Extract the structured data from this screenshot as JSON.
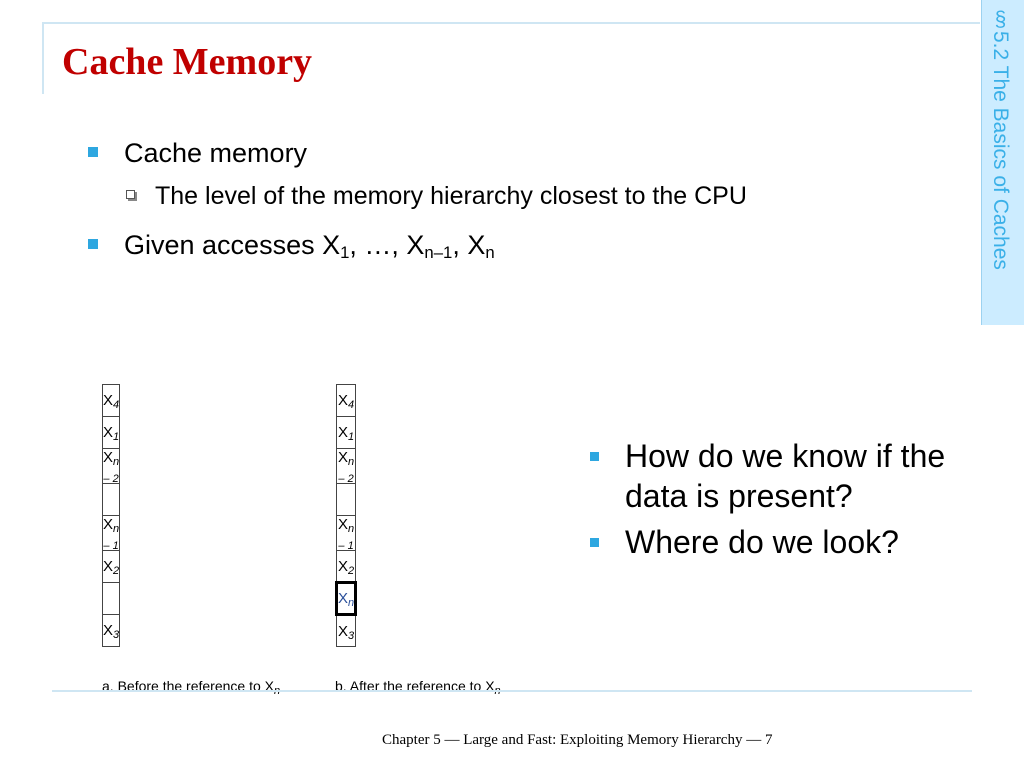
{
  "slide": {
    "title": "Cache Memory",
    "section": "§5.2 The Basics of Caches",
    "footer": "Chapter 5 — Large and Fast: Exploiting Memory Hierarchy — 7"
  },
  "bullets": {
    "b1": "Cache memory",
    "b1_sub": "The level of the memory hierarchy closest to the CPU",
    "b2_prefix": "Given accesses X",
    "b2_sub1": "1",
    "b2_mid1": ", …, X",
    "b2_sub2": "n–1",
    "b2_mid2": ", X",
    "b2_sub3": "n"
  },
  "diagram": {
    "before": [
      {
        "base": "X",
        "sub": "4"
      },
      {
        "base": "X",
        "sub": "1"
      },
      {
        "base": "X",
        "sub": "n – 2"
      },
      {
        "base": "",
        "sub": ""
      },
      {
        "base": "X",
        "sub": "n – 1"
      },
      {
        "base": "X",
        "sub": "2"
      },
      {
        "base": "",
        "sub": ""
      },
      {
        "base": "X",
        "sub": "3"
      }
    ],
    "after": [
      {
        "base": "X",
        "sub": "4"
      },
      {
        "base": "X",
        "sub": "1"
      },
      {
        "base": "X",
        "sub": "n – 2"
      },
      {
        "base": "",
        "sub": ""
      },
      {
        "base": "X",
        "sub": "n – 1"
      },
      {
        "base": "X",
        "sub": "2"
      },
      {
        "base": "X",
        "sub": "n",
        "highlight": true
      },
      {
        "base": "X",
        "sub": "3"
      }
    ],
    "caption_a": "a. Before the reference to X",
    "caption_a_sub": "n",
    "caption_b": "b. After the reference to X",
    "caption_b_sub": "n"
  },
  "right_bullets": [
    "How do we know if the data is present?",
    "Where do we look?"
  ],
  "colors": {
    "title": "#c00000",
    "bullet": "#2ea7e0",
    "section_tab_bg": "#ccecff",
    "section_tab_text": "#3ab0e8",
    "highlight_text": "#2a4f9a"
  }
}
